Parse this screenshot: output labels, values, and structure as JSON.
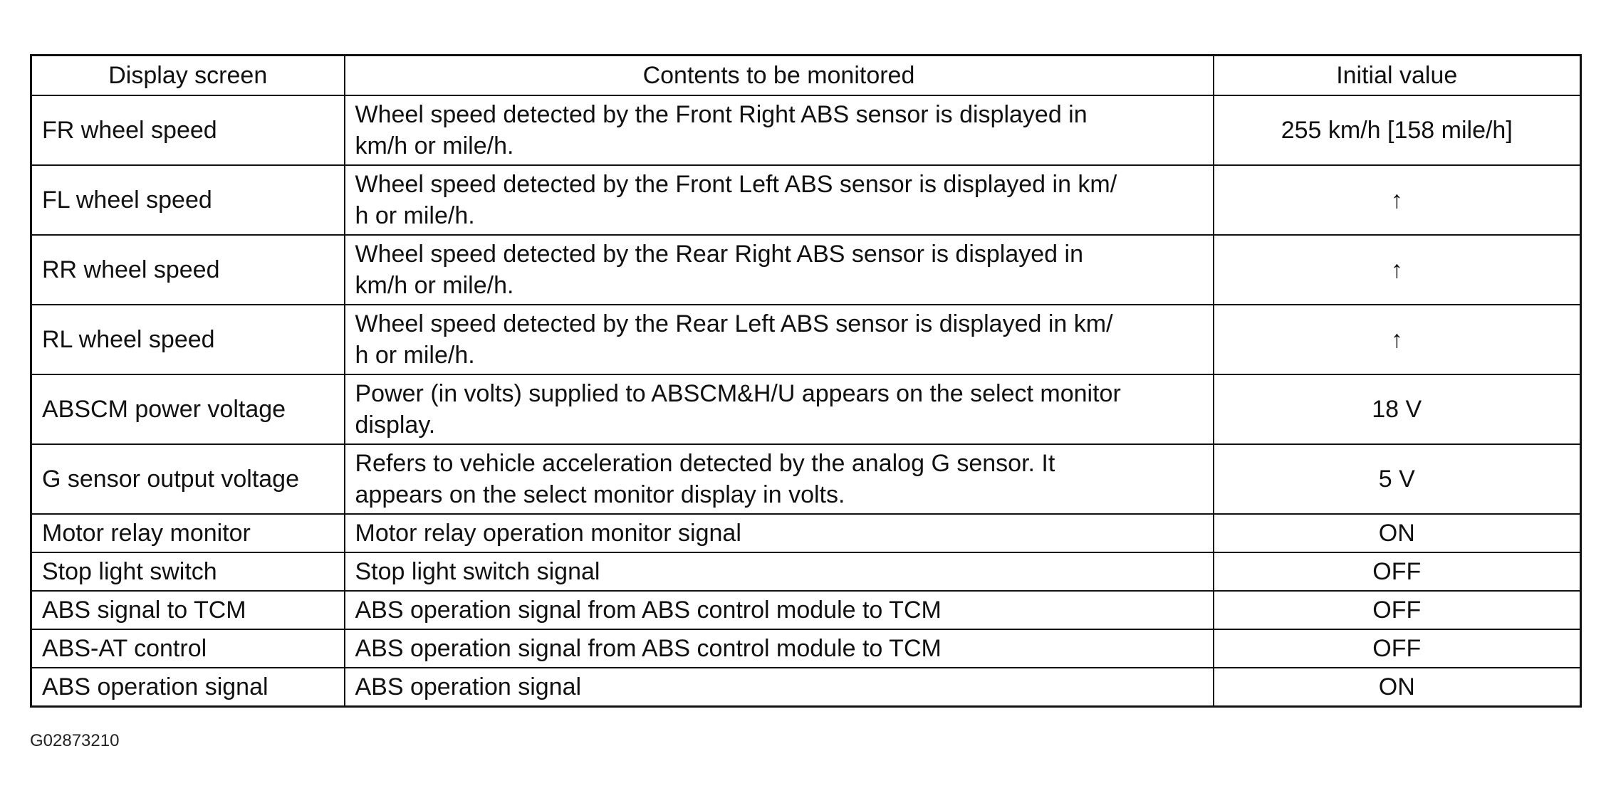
{
  "table": {
    "headers": {
      "display_screen": "Display screen",
      "contents": "Contents to be monitored",
      "initial_value": "Initial value"
    },
    "rows": [
      {
        "display": "FR wheel speed",
        "contents_line1": "Wheel speed detected by the Front Right ABS sensor is displayed in",
        "contents_line2": "km/h or mile/h.",
        "initial": "255 km/h [158 mile/h]"
      },
      {
        "display": "FL wheel speed",
        "contents_line1": "Wheel speed detected by the Front Left ABS sensor is displayed in km/",
        "contents_line2": "h or mile/h.",
        "initial": "↑"
      },
      {
        "display": "RR wheel speed",
        "contents_line1": "Wheel speed detected by the Rear Right ABS sensor is displayed in",
        "contents_line2": "km/h or mile/h.",
        "initial": "↑"
      },
      {
        "display": "RL wheel speed",
        "contents_line1": "Wheel speed detected by the Rear Left ABS sensor is displayed in km/",
        "contents_line2": "h or mile/h.",
        "initial": "↑"
      },
      {
        "display": "ABSCM power voltage",
        "contents_line1": "Power (in volts) supplied to ABSCM&H/U appears on the select monitor",
        "contents_line2": "display.",
        "initial": "18 V"
      },
      {
        "display": "G sensor output voltage",
        "contents_line1": "Refers to vehicle acceleration detected by the analog G sensor. It",
        "contents_line2": "appears on the select monitor display in volts.",
        "initial": "5 V"
      },
      {
        "display": "Motor relay monitor",
        "contents_line1": "Motor relay operation monitor signal",
        "initial": "ON"
      },
      {
        "display": "Stop light switch",
        "contents_line1": "Stop light switch signal",
        "initial": "OFF"
      },
      {
        "display": "ABS signal to TCM",
        "contents_line1": "ABS operation signal from ABS control module to TCM",
        "initial": "OFF"
      },
      {
        "display": "ABS-AT control",
        "contents_line1": "ABS operation signal from ABS control module to TCM",
        "initial": "OFF"
      },
      {
        "display": "ABS operation signal",
        "contents_line1": "ABS operation signal",
        "initial": "ON"
      }
    ]
  },
  "footer": {
    "code": "G02873210"
  }
}
